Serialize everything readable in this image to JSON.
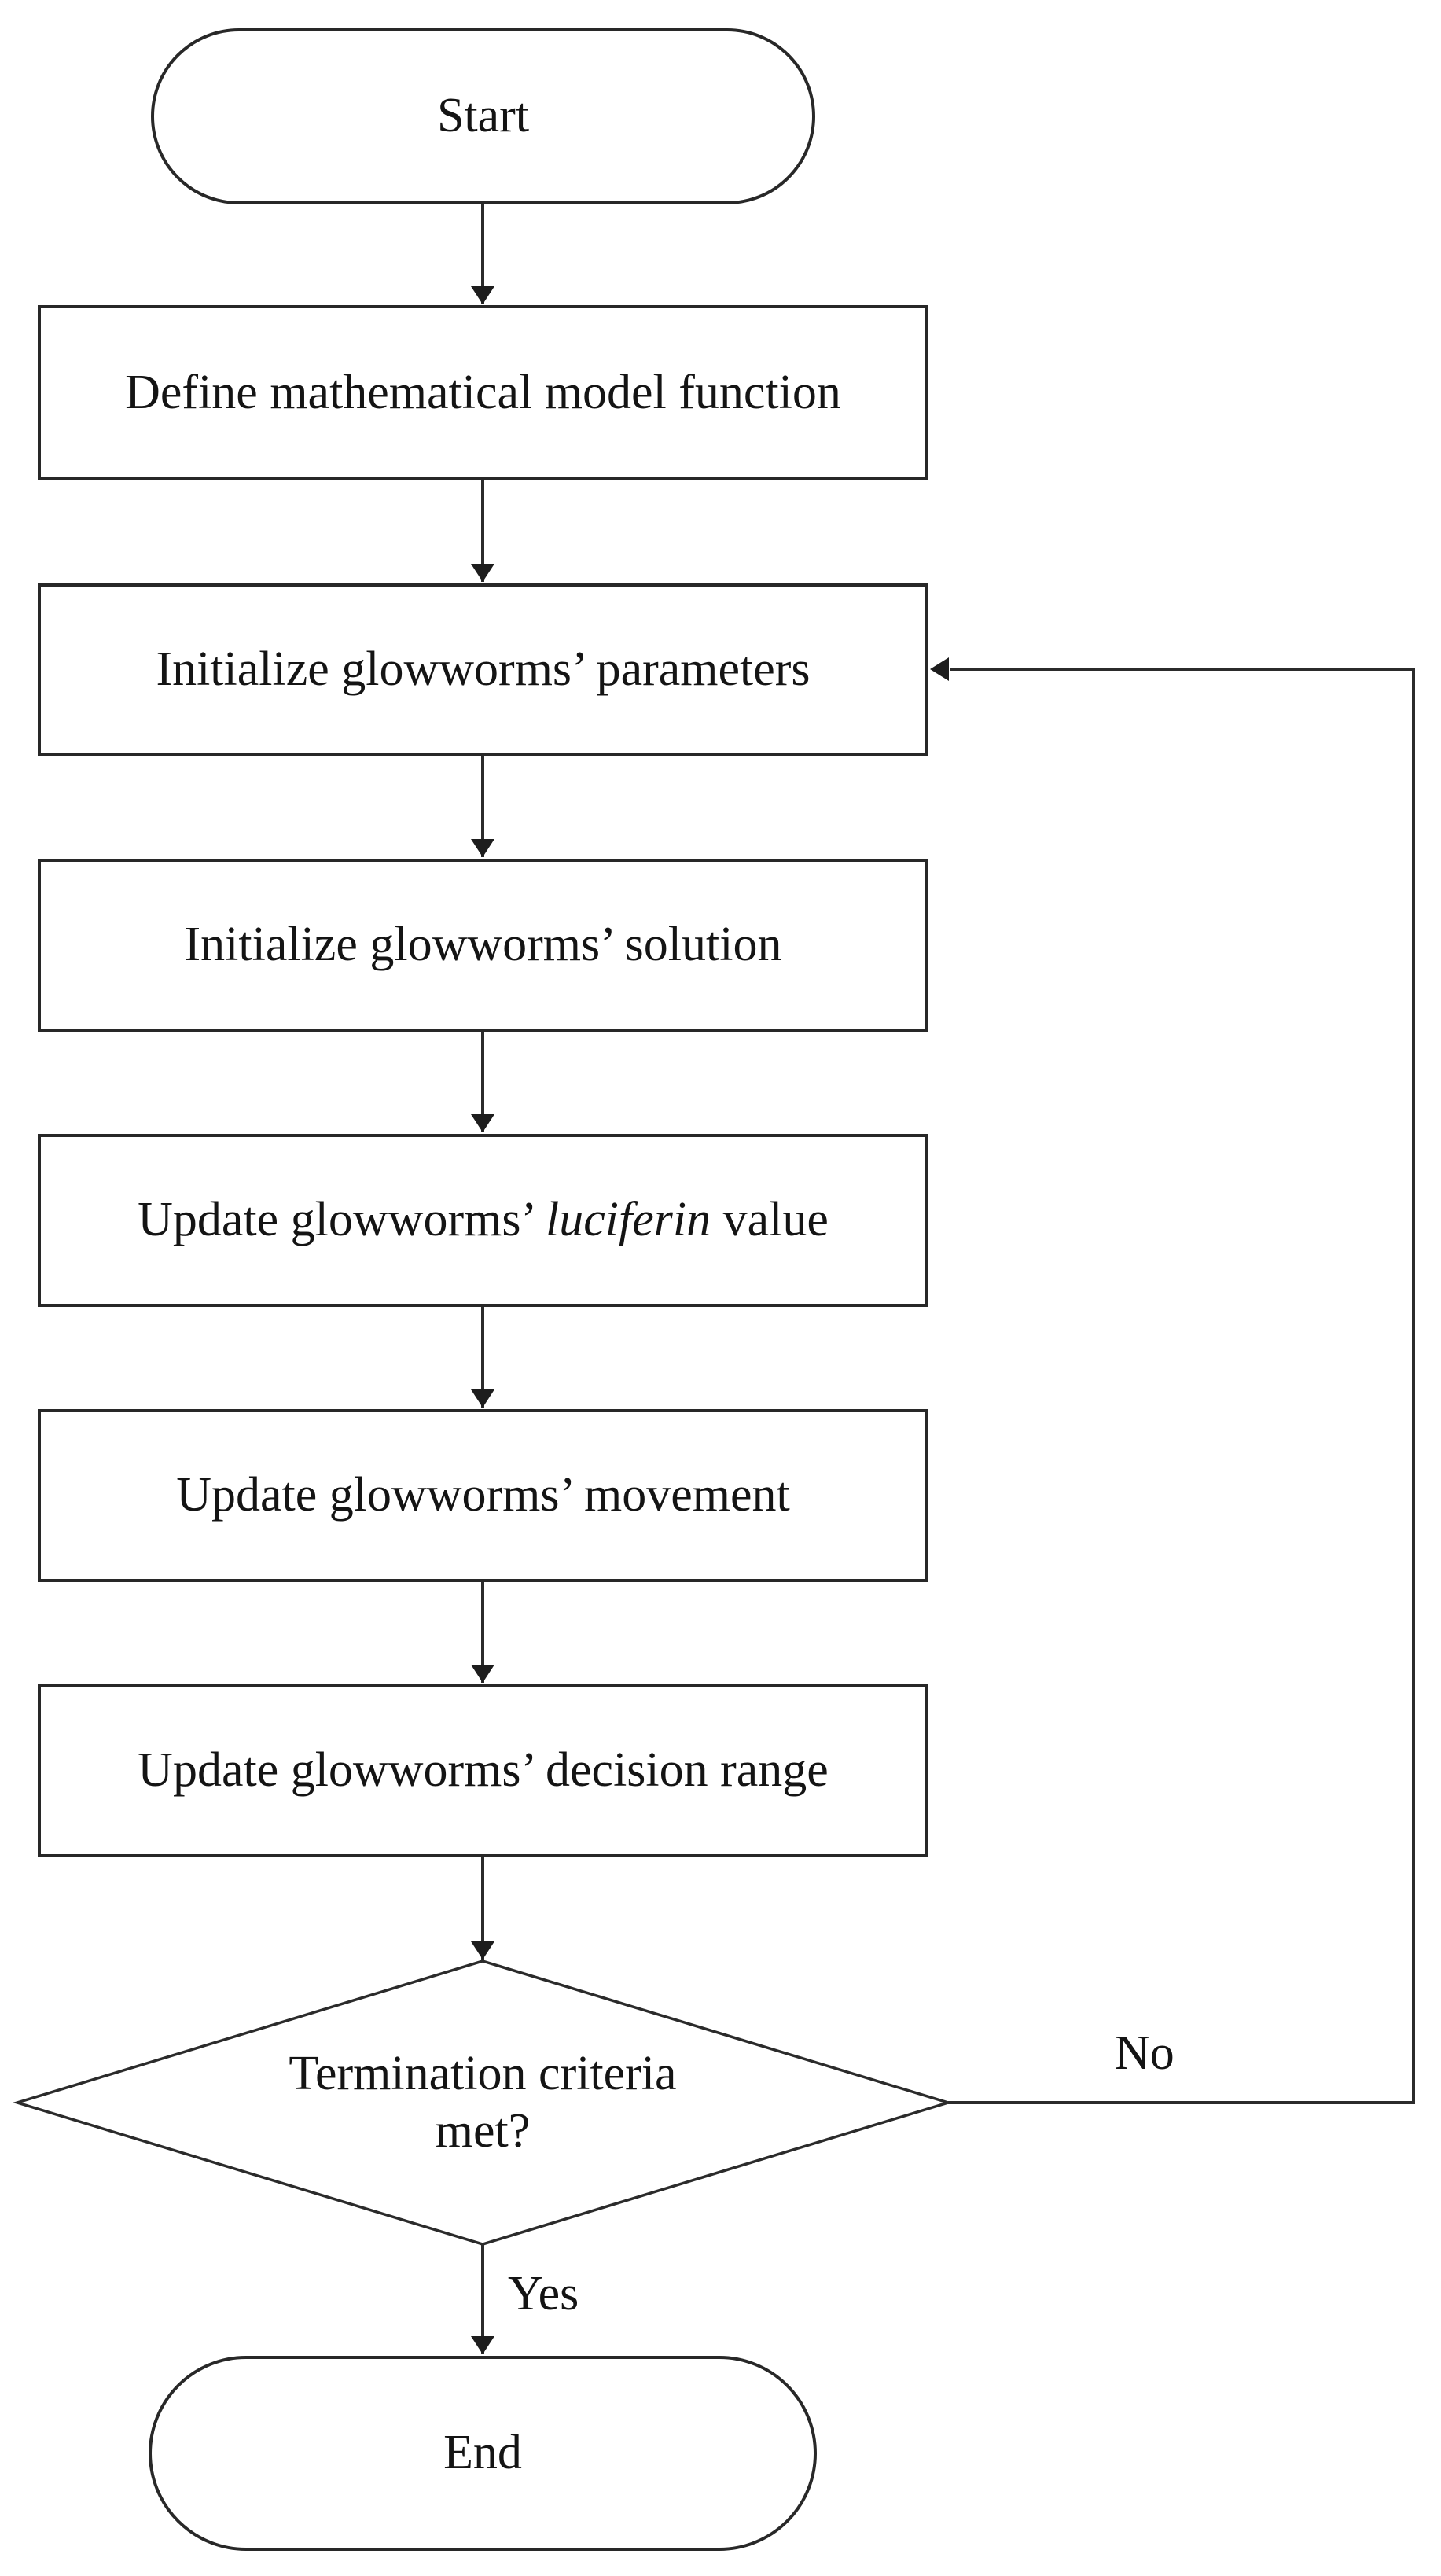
{
  "colors": {
    "background": "#ffffff",
    "shape_stroke": "#282828",
    "connector_stroke": "#2b2b2b",
    "text": "#141414"
  },
  "flowchart": {
    "nodes": {
      "start": {
        "type": "terminator",
        "label": "Start"
      },
      "define_model": {
        "type": "process",
        "label": "Define mathematical model function"
      },
      "init_parameters": {
        "type": "process",
        "label": "Initialize glowworms’ parameters"
      },
      "init_solution": {
        "type": "process",
        "label": "Initialize glowworms’ solution"
      },
      "update_luciferin": {
        "type": "process",
        "label_prefix": "Update glowworms’ ",
        "label_italic": "luciferin",
        "label_suffix": " value"
      },
      "update_movement": {
        "type": "process",
        "label": "Update glowworms’ movement"
      },
      "update_decision_range": {
        "type": "process",
        "label": "Update glowworms’ decision range"
      },
      "termination_decision": {
        "type": "decision",
        "label_line1": "Termination criteria",
        "label_line2": "met?"
      },
      "end": {
        "type": "terminator",
        "label": "End"
      }
    },
    "edge_labels": {
      "no": "No",
      "yes": "Yes"
    }
  }
}
